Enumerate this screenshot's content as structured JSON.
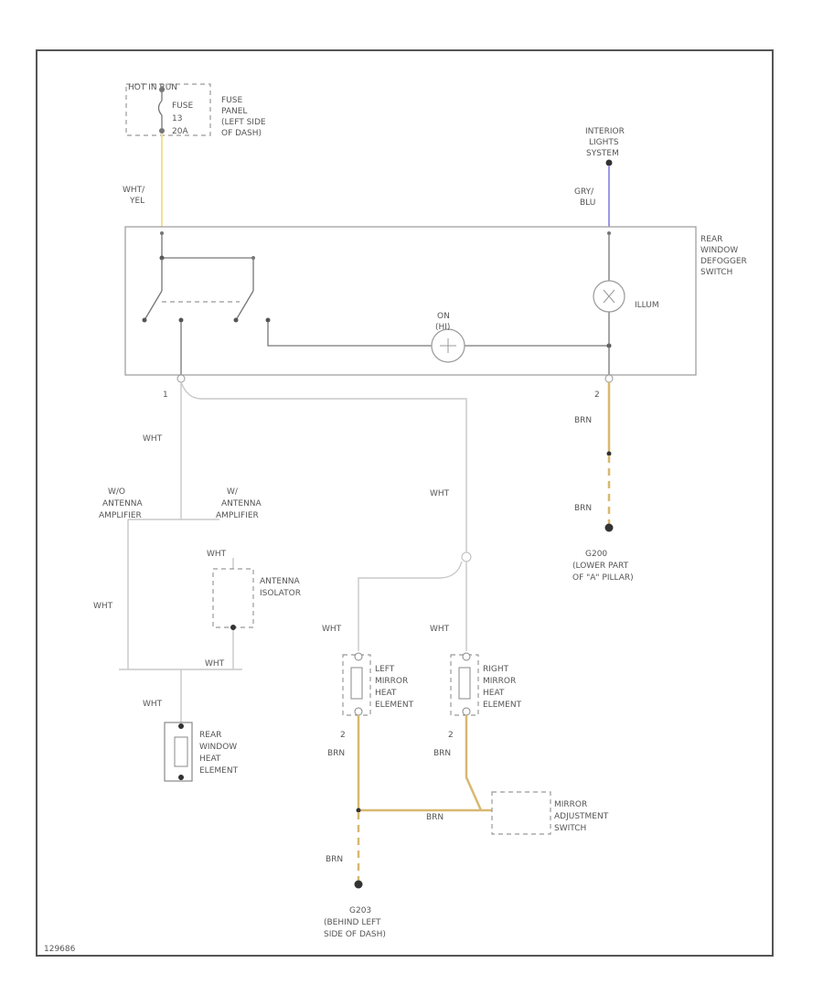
{
  "diagram": {
    "colors": {
      "yellow": "#f0e090",
      "blue": "#9a9ae8",
      "brown": "#d8b870",
      "white_wire": "#c8c8c8",
      "border": "#555555"
    },
    "fuse": {
      "header": "HOT IN RUN",
      "fuse_line": "FUSE",
      "number_line": "13",
      "amp_line": "20A",
      "label_lines": [
        "FUSE",
        "PANEL",
        "(LEFT SIDE",
        "OF DASH)"
      ]
    },
    "wire_wht_yel": [
      "WHT/",
      "YEL"
    ],
    "interior_lights": {
      "label_lines": [
        "INTERIOR",
        "LIGHTS",
        "SYSTEM"
      ],
      "wire_lines": [
        "GRY/",
        "BLU"
      ]
    },
    "switch": {
      "label_lines": [
        "REAR",
        "WINDOW",
        "DEFOGGER",
        "SWITCH"
      ],
      "illum": "ILLUM",
      "on_lines": [
        "ON",
        "(HI)"
      ],
      "pin_left": "1",
      "pin_right": "2"
    },
    "wires": {
      "wht": "WHT",
      "brn": "BRN"
    },
    "ground_g200": {
      "label_lines": [
        "G200",
        "(LOWER PART",
        "OF \"A\" PILLAR)"
      ]
    },
    "antenna": {
      "wo_lines": [
        "W/O",
        "ANTENNA",
        "AMPLIFIER"
      ],
      "w_lines": [
        "W/",
        "ANTENNA",
        "AMPLIFIER"
      ],
      "isolator_lines": [
        "ANTENNA",
        "ISOLATOR"
      ]
    },
    "rear_heat": {
      "label_lines": [
        "REAR",
        "WINDOW",
        "HEAT",
        "ELEMENT"
      ]
    },
    "left_mirror": {
      "label_lines": [
        "LEFT",
        "MIRROR",
        "HEAT",
        "ELEMENT"
      ],
      "pin": "2"
    },
    "right_mirror": {
      "label_lines": [
        "RIGHT",
        "MIRROR",
        "HEAT",
        "ELEMENT"
      ],
      "pin": "2"
    },
    "mirror_switch": {
      "label_lines": [
        "MIRROR",
        "ADJUSTMENT",
        "SWITCH"
      ]
    },
    "ground_g203": {
      "label_lines": [
        "G203",
        "(BEHIND LEFT",
        "SIDE OF DASH)"
      ]
    },
    "footer_id": "129686"
  }
}
